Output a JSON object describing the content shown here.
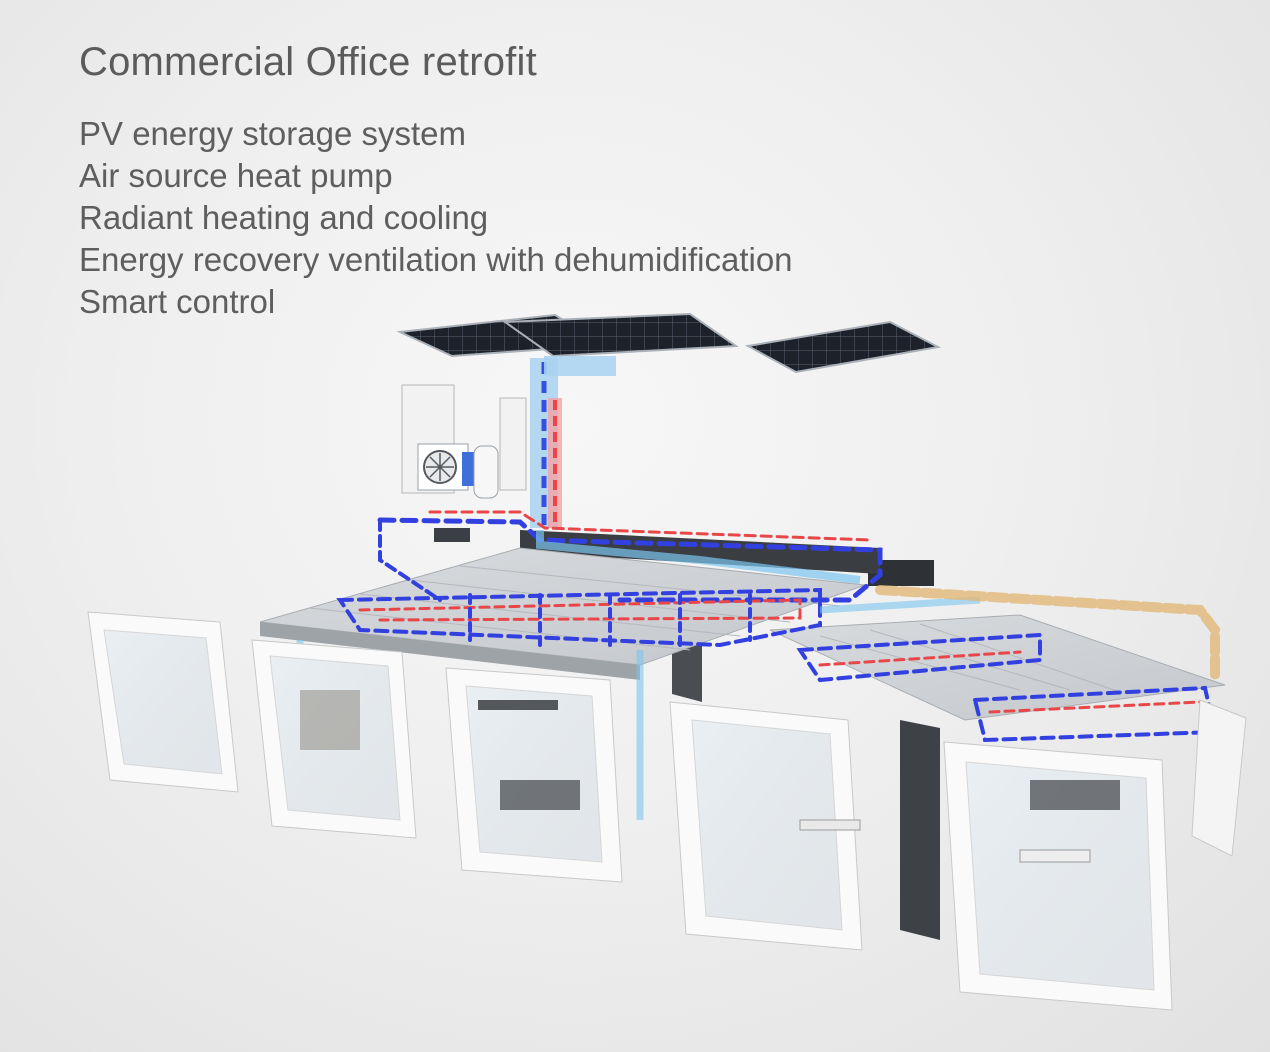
{
  "header": {
    "title": "Commercial Office retrofit"
  },
  "features": [
    "PV energy storage system",
    "Air source heat pump",
    "Radiant heating and cooling",
    "Energy recovery ventilation with dehumidification",
    "Smart control"
  ],
  "colors": {
    "hot_pipe": "#e8474a",
    "cold_pipe": "#3340e0",
    "air_duct": "#7cc4ef",
    "fresh_air_duct": "#e2b878",
    "solar_panel": "#1d222a",
    "frame": "#fafafa"
  },
  "icons": [
    "solar-panel-icon",
    "heat-pump-icon",
    "storage-battery-icon",
    "ventilation-unit-icon"
  ]
}
